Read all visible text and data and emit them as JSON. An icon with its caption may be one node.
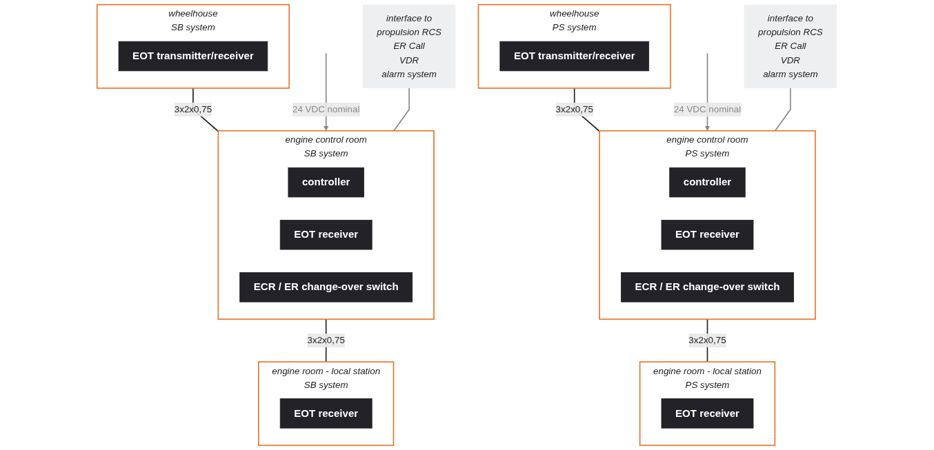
{
  "diagram": {
    "nodes": [
      {
        "text": [
          "wheelhouse",
          "PS system"
        ]
      },
      {
        "text": [
          "EOT transmitter/receiver"
        ],
        "in": 0
      },
      {
        "text": [
          "wheelhouse",
          "SB system"
        ]
      },
      {
        "text": [
          "EOT transmitter/receiver"
        ],
        "in": 2
      },
      {
        "text": [
          "engine control room",
          "PS system"
        ]
      },
      {
        "text": [
          "controller"
        ],
        "in": 4
      },
      {
        "text": [
          "EOT receiver"
        ],
        "in": 4
      },
      {
        "text": [
          "ECR / ER change-over switch"
        ],
        "in": 4
      },
      {
        "text": [
          "engine control room",
          "SB system"
        ]
      },
      {
        "text": [
          "controller"
        ],
        "in": 8
      },
      {
        "text": [
          "EOT receiver"
        ],
        "in": 8
      },
      {
        "text": [
          "ECR / ER change-over switch"
        ],
        "in": 8
      },
      {
        "text": [
          "engine room - local station",
          "PS system"
        ]
      },
      {
        "text": [
          "EOT receiver"
        ],
        "in": 12
      },
      {
        "text": [
          "engine room - local station",
          "SB system"
        ]
      },
      {
        "text": [
          "EOT receiver"
        ],
        "in": 14
      },
      {
        "text": [
          "interface to",
          "propulsion RCS",
          "ER Call",
          "VDR",
          "alarm system"
        ]
      },
      {
        "text": [
          "interface to",
          "propulsion RCS",
          "ER Call",
          "VDR",
          "alarm system"
        ]
      }
    ],
    "edges": [
      {
        "from": 0,
        "to": 4,
        "arrow": "none",
        "label": "3x2x0,75"
      },
      {
        "from": 2,
        "to": 8,
        "arrow": "none",
        "label": "3x2x0,75"
      },
      {
        "from": null,
        "to": 4,
        "arrow": "to",
        "label": "24 VDC nominal",
        "color": "#8a8a8a"
      },
      {
        "from": null,
        "to": 8,
        "arrow": "to",
        "label": "24 VDC nominal",
        "color": "#8a8a8a"
      },
      {
        "from": 4,
        "to": 12,
        "arrow": "none",
        "label": "3x2x0,75"
      },
      {
        "from": 8,
        "to": 14,
        "arrow": "none",
        "label": "3x2x0,75"
      },
      {
        "from": 16,
        "to": 4,
        "arrow": "none",
        "color": "#8a8a8a"
      },
      {
        "from": 17,
        "to": 8,
        "arrow": "none",
        "color": "#8a8a8a"
      }
    ]
  }
}
